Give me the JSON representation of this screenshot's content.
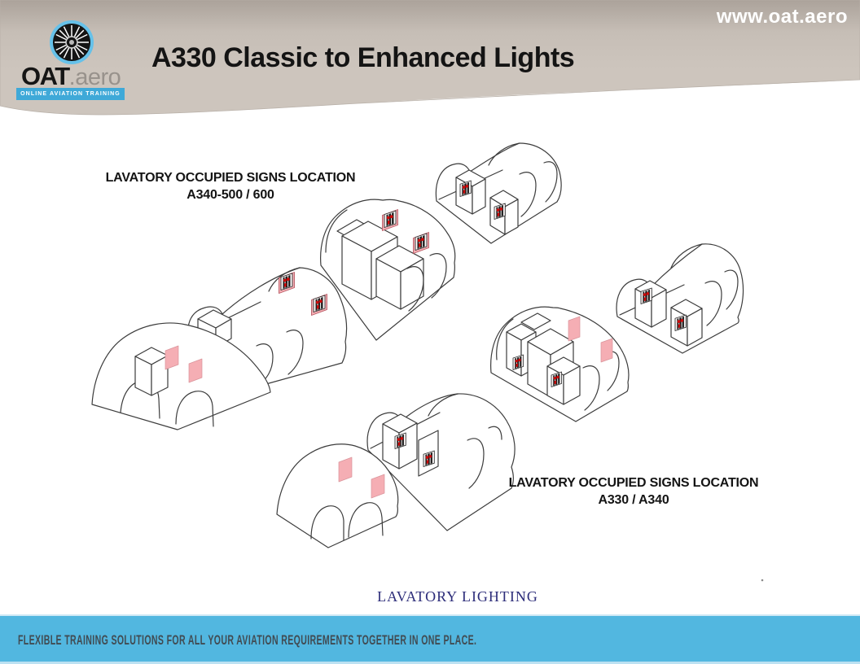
{
  "header": {
    "website": "www.oat.aero",
    "title": "A330 Classic to Enhanced Lights",
    "logo": {
      "brand_bold": "OAT",
      "brand_suffix": ".aero",
      "tagline": "ONLINE AVIATION TRAINING",
      "icon": "turbine-fan-icon"
    },
    "band_color_top": "#aba29a",
    "band_color": "#cdc5bd"
  },
  "diagram": {
    "labels": [
      {
        "line1": "LAVATORY OCCUPIED SIGNS LOCATION",
        "line2": "A340-500 / 600"
      },
      {
        "line1": "LAVATORY OCCUPIED SIGNS LOCATION",
        "line2": "A330 / A340"
      }
    ],
    "caption": "LAVATORY LIGHTING",
    "colors": {
      "line": "#3c3c3c",
      "sign_panel_pink": "#f5aeb4",
      "sign_red": "#cf0a0a"
    }
  },
  "footer": {
    "tagline": "FLEXIBLE TRAINING SOLUTIONS FOR ALL YOUR AVIATION REQUIREMENTS TOGETHER IN ONE PLACE.",
    "bar_color": "#52b7e0"
  }
}
